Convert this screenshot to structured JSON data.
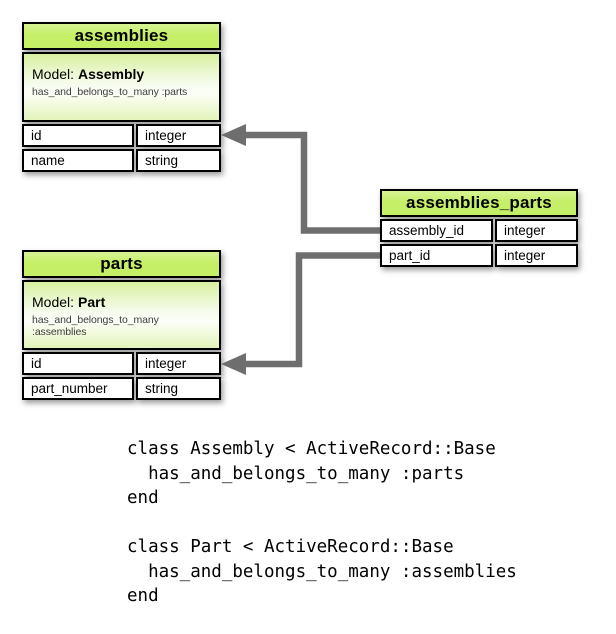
{
  "diagram": {
    "colors": {
      "header_green": "#c6ef68",
      "arrow_gray": "#6e6e6e"
    },
    "tables": [
      {
        "title": "assemblies",
        "model_label": "Model:",
        "model_name": "Assembly",
        "association": "has_and_belongs_to_many :parts",
        "columns": [
          {
            "name": "id",
            "type": "integer"
          },
          {
            "name": "name",
            "type": "string"
          }
        ]
      },
      {
        "title": "assemblies_parts",
        "columns": [
          {
            "name": "assembly_id",
            "type": "integer"
          },
          {
            "name": "part_id",
            "type": "integer"
          }
        ]
      },
      {
        "title": "parts",
        "model_label": "Model:",
        "model_name": "Part",
        "association": "has_and_belongs_to_many :assemblies",
        "columns": [
          {
            "name": "id",
            "type": "integer"
          },
          {
            "name": "part_number",
            "type": "string"
          }
        ]
      }
    ]
  },
  "code": {
    "block_1": "class Assembly < ActiveRecord::Base\n  has_and_belongs_to_many :parts\nend",
    "block_2": "class Part < ActiveRecord::Base\n  has_and_belongs_to_many :assemblies\nend"
  }
}
